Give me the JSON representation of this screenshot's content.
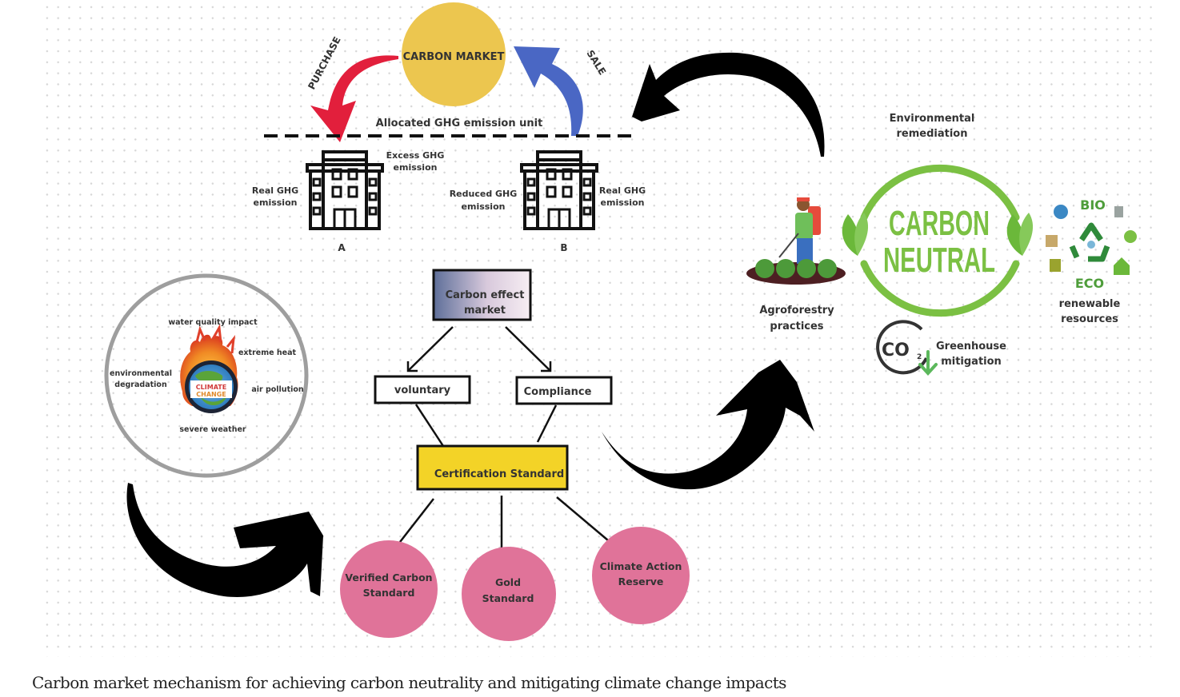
{
  "figure": {
    "caption": "Carbon market mechanism for achieving carbon neutrality and mitigating climate change impacts"
  },
  "colors": {
    "market_circle": "#ecc64f",
    "purchase_arrow": "#e21f3c",
    "sale_arrow": "#4a67c4",
    "excess_text": "#d9485a",
    "reduced_text": "#6f7ccc",
    "certification_box": "#f3d327",
    "standard_circles": "#e07399",
    "carbon_neutral_green": "#7bc043",
    "climate_ring": "#9e9e9e"
  },
  "carbon_market": {
    "title": "CARBON MARKET",
    "purchase_label": "PURCHASE",
    "sale_label": "SALE",
    "allocated_line_label": "Allocated GHG emission unit",
    "company_a": {
      "id_label": "A",
      "real_label_line1": "Real GHG",
      "real_label_line2": "emission",
      "excess_label_line1": "Excess GHG",
      "excess_label_line2": "emission"
    },
    "company_b": {
      "id_label": "B",
      "real_label_line1": "Real GHG",
      "real_label_line2": "emission",
      "reduced_label_line1": "Reduced GHG",
      "reduced_label_line2": "emission"
    }
  },
  "climate_change": {
    "badge_line1": "CLIMATE",
    "badge_line2": "CHANGE",
    "impacts": {
      "water": "water quality impact",
      "heat": "extreme heat",
      "degradation_line1": "environmental",
      "degradation_line2": "degradation",
      "air": "air pollution",
      "weather": "severe weather"
    }
  },
  "hierarchy": {
    "root_line1": "Carbon effect",
    "root_line2": "market",
    "voluntary": "voluntary",
    "compliance": "Compliance",
    "certification": "Certification Standard",
    "standards": [
      {
        "line1": "Verified Carbon",
        "line2": "Standard"
      },
      {
        "line1": "Gold",
        "line2": "Standard"
      },
      {
        "line1": "Climate Action",
        "line2": "Reserve"
      }
    ]
  },
  "carbon_neutral": {
    "line1": "CARBON",
    "line2": "NEUTRAL",
    "remediation_line1": "Environmental",
    "remediation_line2": "remediation",
    "agroforestry_line1": "Agroforestry",
    "agroforestry_line2": "practices",
    "renewable_line1": "renewable",
    "renewable_line2": "resources",
    "co2_label": "CO",
    "co2_sub": "2",
    "greenhouse_line1": "Greenhouse",
    "greenhouse_line2": "mitigation",
    "bio_label": "BIO",
    "eco_label": "ECO"
  }
}
